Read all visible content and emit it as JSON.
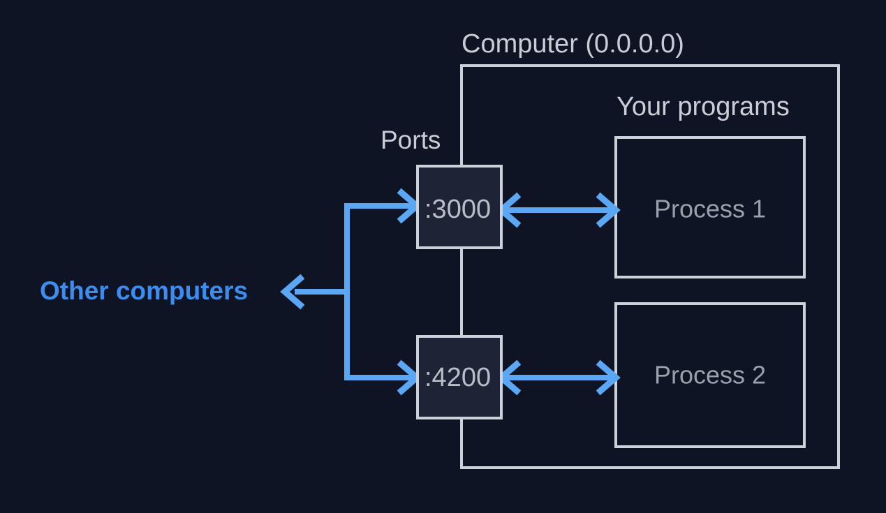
{
  "diagram": {
    "title": "Computer (0.0.0.0)",
    "background_color": "#0e1423",
    "accent_color": "#5aa7f5",
    "outline_color": "#ccd2d9",
    "labels": {
      "computer": "Computer (0.0.0.0)",
      "ports": "Ports",
      "your_programs": "Your programs",
      "other_computers": "Other computers"
    },
    "ports": [
      {
        "name": "port-3000",
        "label": ":3000"
      },
      {
        "name": "port-4200",
        "label": ":4200"
      }
    ],
    "processes": [
      {
        "name": "process-1",
        "label": "Process 1"
      },
      {
        "name": "process-2",
        "label": "Process 2"
      }
    ],
    "connections": [
      {
        "from": "other-computers",
        "to": ":3000",
        "direction": "incoming"
      },
      {
        "from": "other-computers",
        "to": ":4200",
        "direction": "incoming"
      },
      {
        "from": ":3000",
        "to": "Process 1",
        "direction": "bidirectional"
      },
      {
        "from": ":4200",
        "to": "Process 2",
        "direction": "bidirectional"
      },
      {
        "from": "computer",
        "to": "other-computers",
        "direction": "outgoing"
      }
    ]
  }
}
